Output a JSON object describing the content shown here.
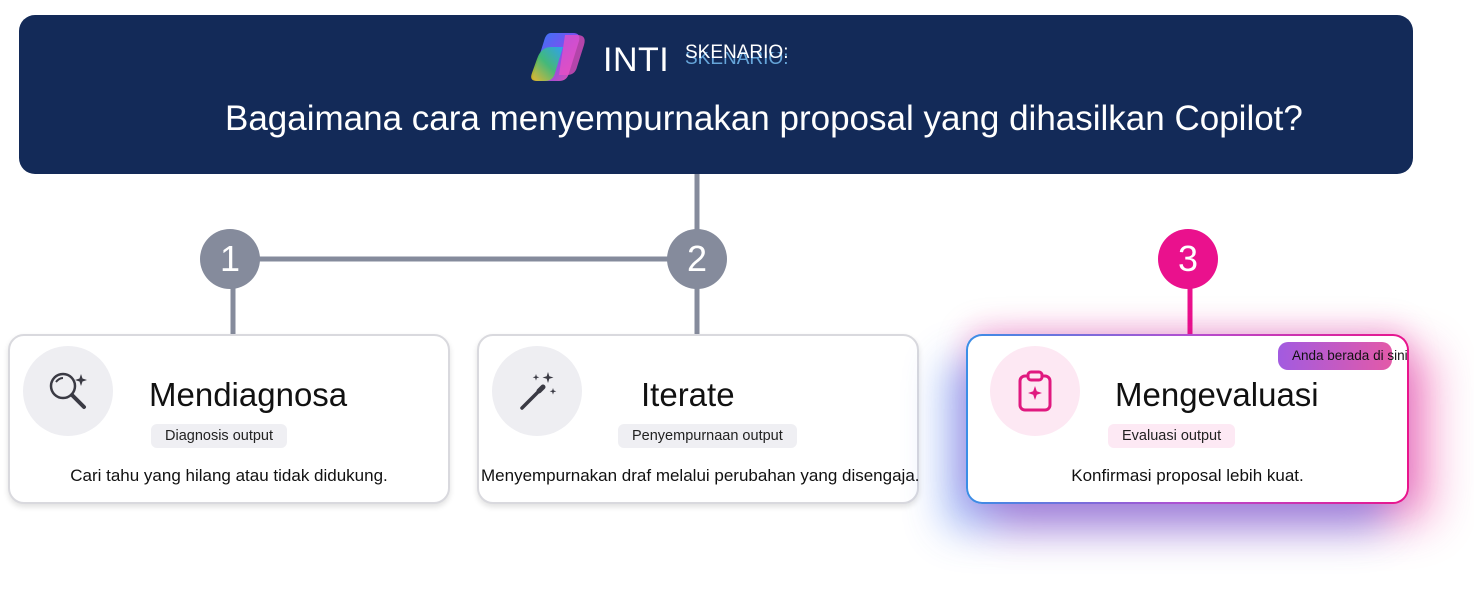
{
  "header": {
    "brand": "INTI",
    "scenario_label": "SKENARIO:",
    "question": "Bagaimana cara menyempurnakan proposal yang dihasilkan Copilot?"
  },
  "steps": [
    {
      "number": "1",
      "title": "Mendiagnosa",
      "tag": "Diagnosis output",
      "description": "Cari tahu yang hilang atau tidak didukung.",
      "icon": "magnifier-sparkle-icon",
      "state": "inactive"
    },
    {
      "number": "2",
      "title": "Iterate",
      "tag": "Penyempurnaan output",
      "description": "Menyempurnakan draf melalui perubahan yang disengaja.",
      "icon": "magic-wand-icon",
      "state": "inactive"
    },
    {
      "number": "3",
      "title": "Mengevaluasi",
      "tag": "Evaluasi output",
      "description": "Konfirmasi proposal lebih kuat.",
      "icon": "clipboard-sparkle-icon",
      "state": "active",
      "badge": "Anda berada di sini"
    }
  ],
  "colors": {
    "header_bg": "#132a58",
    "step_gray": "#858b9c",
    "step_active": "#ea118d",
    "connector": "#858b9c"
  }
}
